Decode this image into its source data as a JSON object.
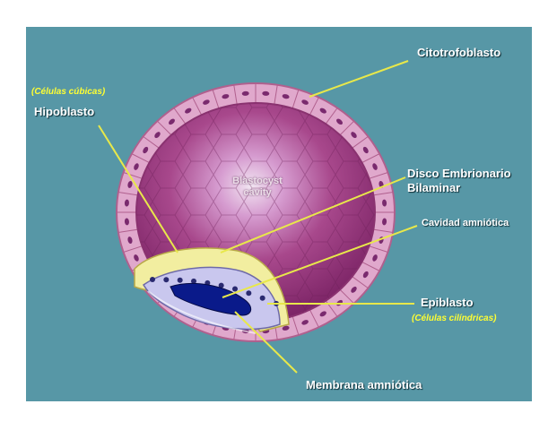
{
  "labels": {
    "citotrofoblasto": "Citotrofoblasto",
    "celulas_cubicas": "(Células cúbicas)",
    "hipoblasto": "Hipoblasto",
    "disco_line1": "Disco Embrionario",
    "disco_line2": "Bilaminar",
    "cavidad_amniotica": "Cavidad amniótica",
    "epiblasto": "Epiblasto",
    "celulas_cilindricas": "(Células cilíndricas)",
    "membrana_amniotica": "Membrana amniótica",
    "blastocyst_line1": "Blastocyst",
    "blastocyst_line2": "cavity"
  },
  "colors": {
    "background": "#5797a6",
    "label_text": "#ffffff",
    "annotation_text": "#ffff33",
    "leader_line": "#e8e84a",
    "trophoblast": "#e0a8cc",
    "cavity": "#9a3a7e",
    "hypoblast": "#f2eea0",
    "epiblast": "#c9c7ee",
    "amniotic_cavity": "#0a1a8a"
  }
}
